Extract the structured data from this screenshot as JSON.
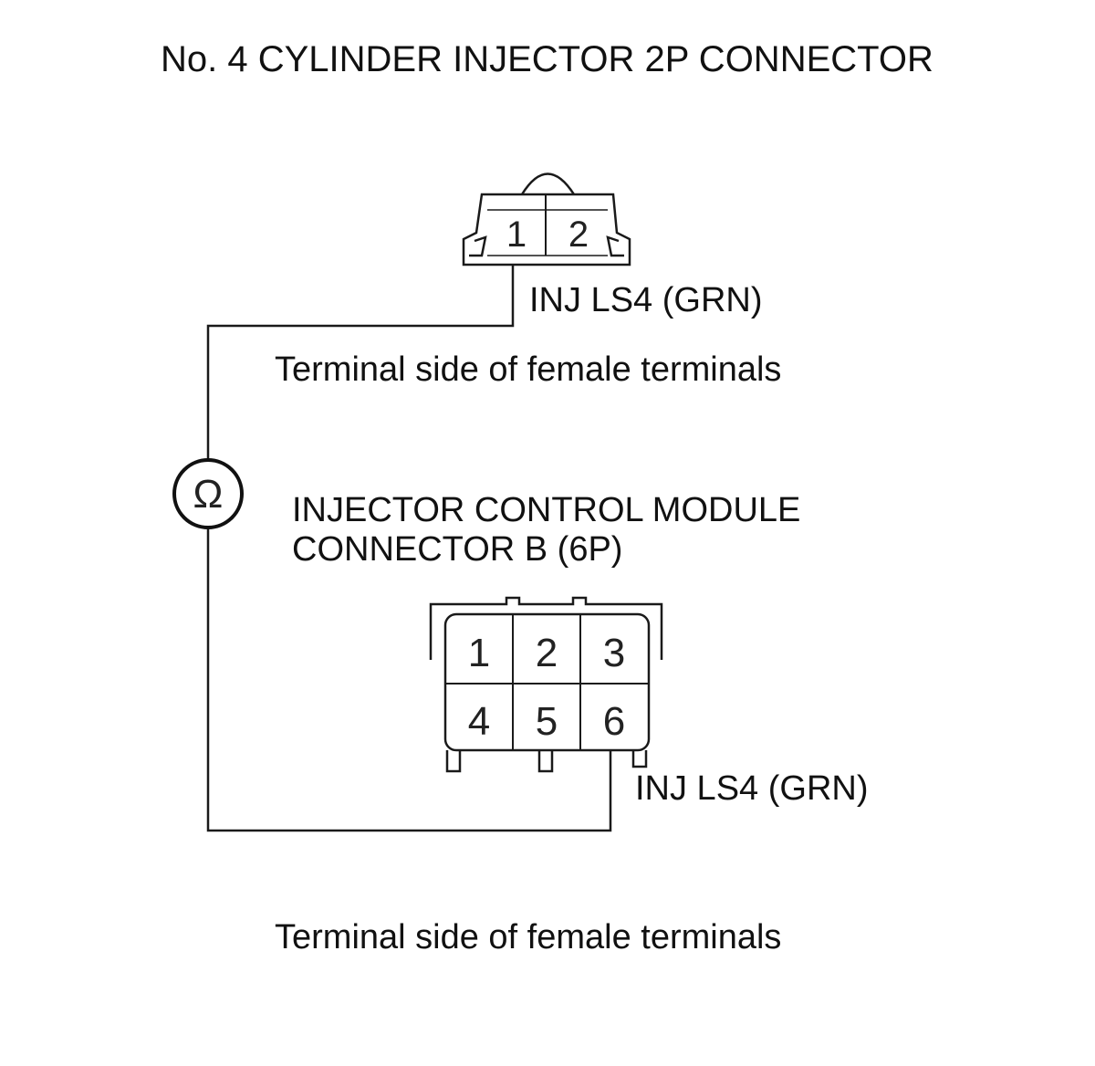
{
  "title": "No. 4 CYLINDER INJECTOR 2P CONNECTOR",
  "connector_2p": {
    "pins": [
      "1",
      "2"
    ],
    "wire_label": "INJ LS4 (GRN)",
    "view_label": "Terminal side of female terminals"
  },
  "meter_symbol": "Ω",
  "connector_6p": {
    "name_line1": "INJECTOR CONTROL MODULE",
    "name_line2": "CONNECTOR B (6P)",
    "pins": [
      "1",
      "2",
      "3",
      "4",
      "5",
      "6"
    ],
    "wire_label": "INJ LS4 (GRN)",
    "view_label": "Terminal side of female terminals"
  }
}
